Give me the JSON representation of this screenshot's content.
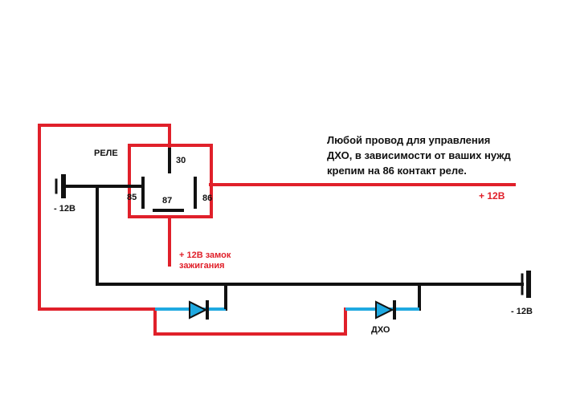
{
  "labels": {
    "relay": "РЕЛЕ",
    "pin30": "30",
    "pin85": "85",
    "pin87": "87",
    "pin86": "86",
    "minus_left": "- 12В",
    "minus_right": "- 12В",
    "plus_12v": "+ 12В",
    "ignition_line1": "+ 12В замок",
    "ignition_line2": "зажигания",
    "drl": "ДХО",
    "note_line1": "Любой провод для управления",
    "note_line2": "ДХО, в зависимости от ваших нужд",
    "note_line3": "крепим на 86 контакт реле."
  },
  "colors": {
    "wire_positive": "#e0202a",
    "wire_ground": "#111111",
    "diode": "#1fa9e1",
    "background": "#ffffff"
  }
}
